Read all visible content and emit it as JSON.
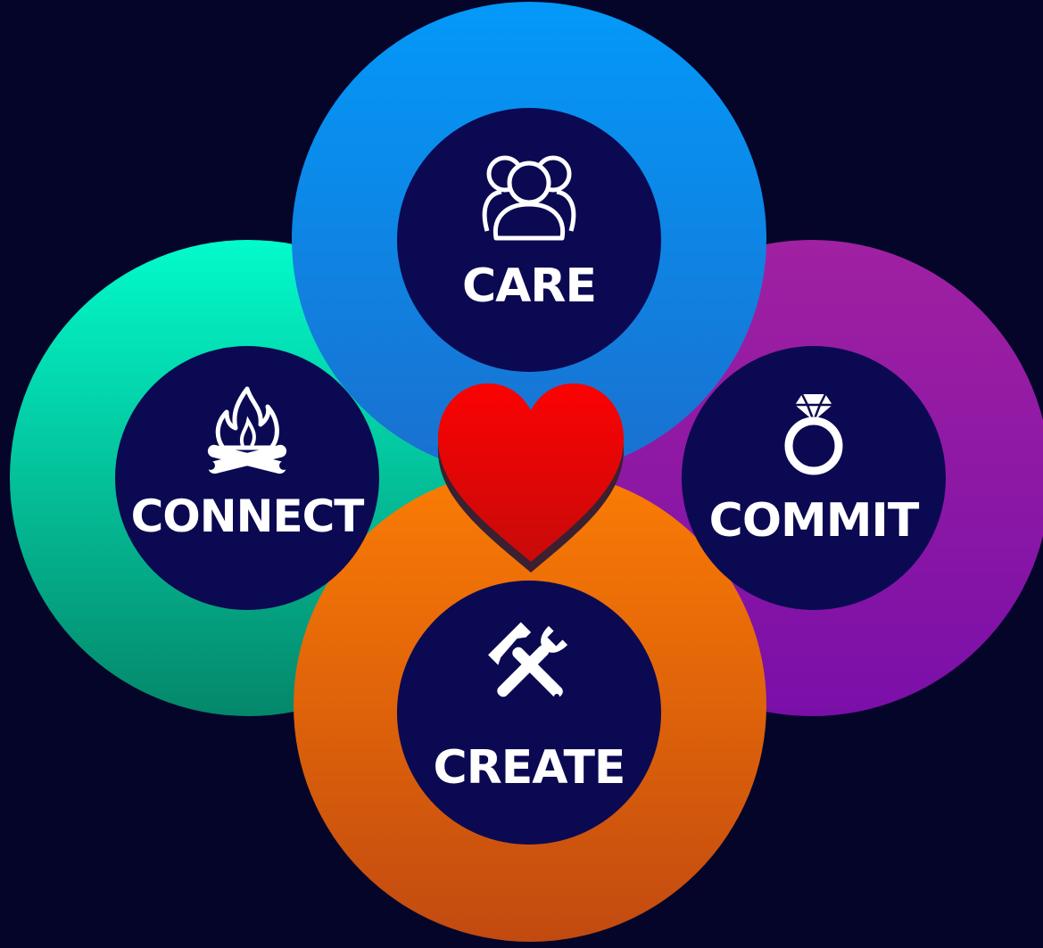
{
  "diagram": {
    "nodes": [
      {
        "id": "care",
        "label": "CARE",
        "icon": "people-group-icon",
        "ring_color_top": "#0399f9",
        "ring_color_bottom": "#1a70cf"
      },
      {
        "id": "connect",
        "label": "CONNECT",
        "icon": "campfire-icon",
        "ring_color_top": "#03fbcb",
        "ring_color_bottom": "#04876a"
      },
      {
        "id": "commit",
        "label": "COMMIT",
        "icon": "diamond-ring-icon",
        "ring_color_top": "#a021a1",
        "ring_color_bottom": "#7a0fa8"
      },
      {
        "id": "create",
        "label": "CREATE",
        "icon": "wrench-hammer-icon",
        "ring_color_top": "#fb7c04",
        "ring_color_bottom": "#c24a10"
      }
    ],
    "center": {
      "icon": "heart-icon",
      "color_top": "#fb0202",
      "color_bottom": "#c80a0a"
    },
    "inner_circle_color": "#0b0952",
    "background_color": "#05052a"
  }
}
